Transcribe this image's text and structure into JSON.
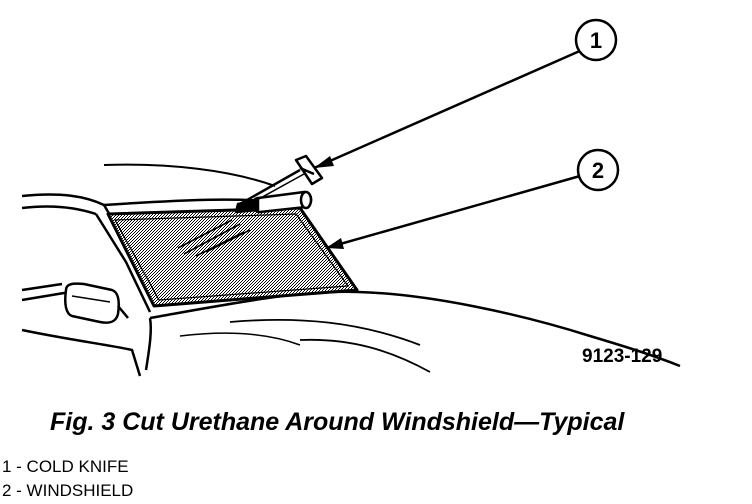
{
  "figure": {
    "code": "9123-129",
    "caption": "Fig. 3 Cut Urethane Around Windshield—Typical"
  },
  "callouts": [
    {
      "number": "1"
    },
    {
      "number": "2"
    }
  ],
  "legend": [
    {
      "text": "1 - COLD KNIFE"
    },
    {
      "text": "2 - WINDSHIELD"
    }
  ],
  "colors": {
    "line": "#000000",
    "glass_shade": "#b8b8b8",
    "background": "#ffffff"
  }
}
